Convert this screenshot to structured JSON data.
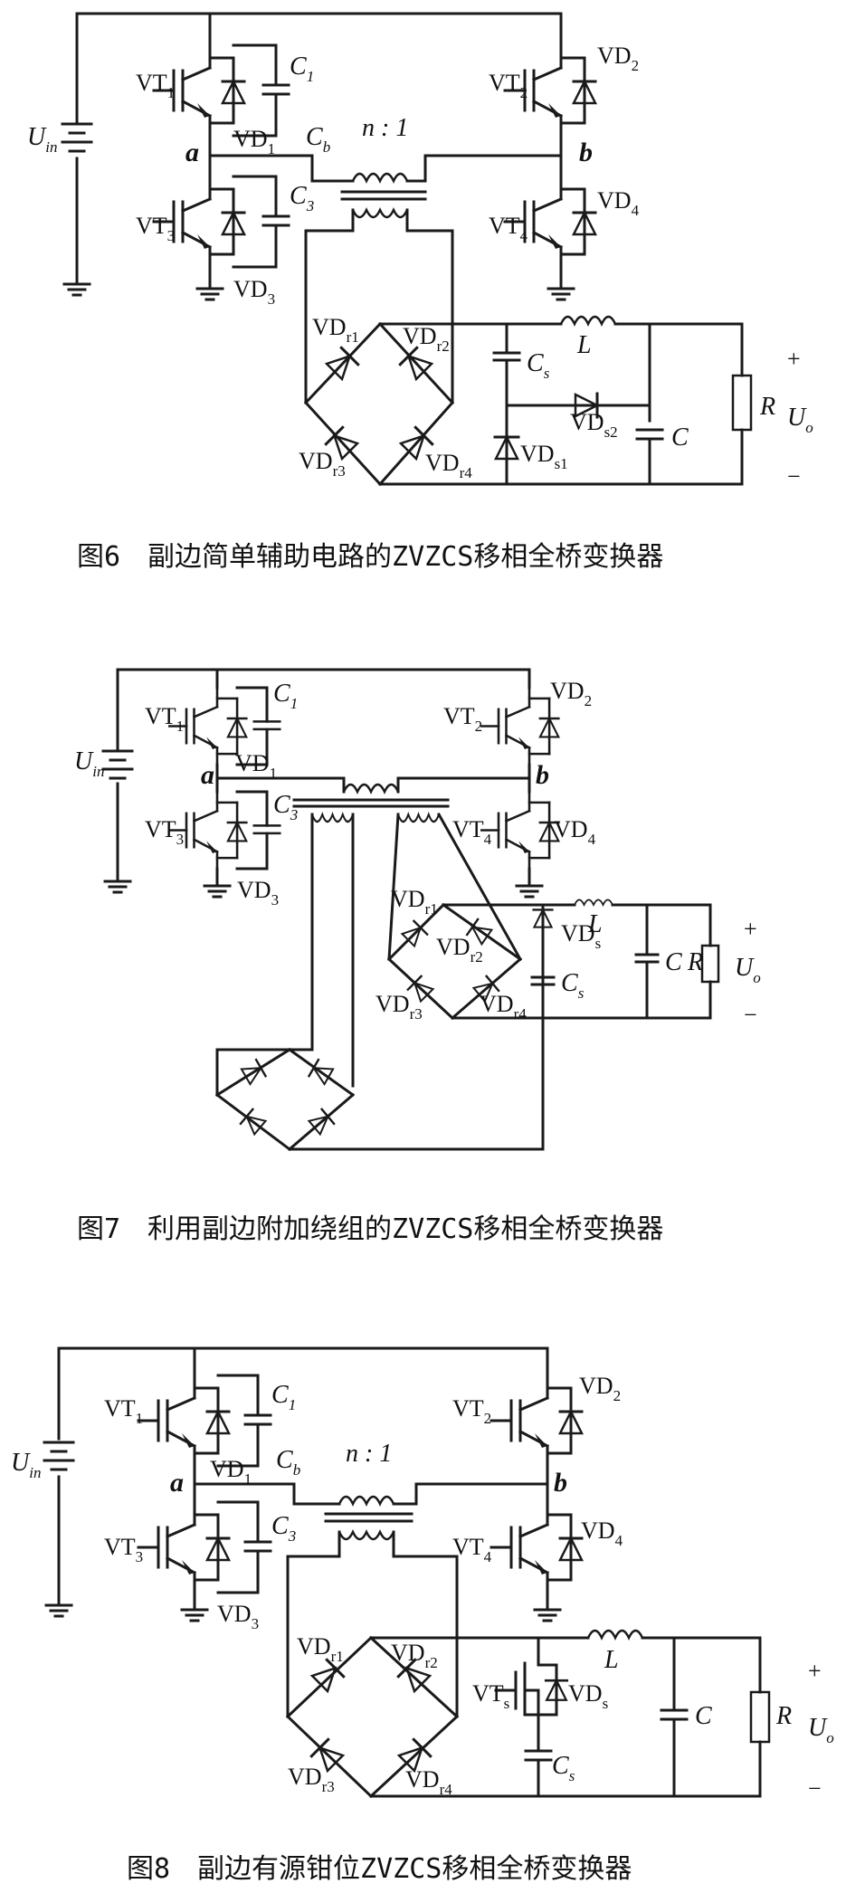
{
  "figures": [
    {
      "caption": "图6　副边简单辅助电路的ZVZCS移相全桥变换器",
      "labels": {
        "vt1": "VT",
        "vt1_sub": "1",
        "vt2": "VT",
        "vt2_sub": "2",
        "vt3": "VT",
        "vt3_sub": "3",
        "vt4": "VT",
        "vt4_sub": "4",
        "vd1": "VD",
        "vd1_sub": "1",
        "vd2": "VD",
        "vd2_sub": "2",
        "vd3": "VD",
        "vd3_sub": "3",
        "vd4": "VD",
        "vd4_sub": "4",
        "c1": "C",
        "c1_sub": "1",
        "c3": "C",
        "c3_sub": "3",
        "cb": "C",
        "cb_sub": "b",
        "uin": "U",
        "uin_sub": "in",
        "node_a": "a",
        "node_b": "b",
        "ratio": "n : 1",
        "vdr1": "VD",
        "vdr1_sub": "r1",
        "vdr2": "VD",
        "vdr2_sub": "r2",
        "vdr3": "VD",
        "vdr3_sub": "r3",
        "vdr4": "VD",
        "vdr4_sub": "r4",
        "cs": "C",
        "cs_sub": "s",
        "l": "L",
        "vds1": "VD",
        "vds1_sub": "s1",
        "vds2": "VD",
        "vds2_sub": "s2",
        "c": "C",
        "r": "R",
        "plus": "+",
        "minus": "−",
        "uo": "U",
        "uo_sub": "o"
      }
    },
    {
      "caption": "图7　利用副边附加绕组的ZVZCS移相全桥变换器",
      "labels": {
        "vt1": "VT",
        "vt1_sub": "1",
        "vt2": "VT",
        "vt2_sub": "2",
        "vt3": "VT",
        "vt3_sub": "3",
        "vt4": "VT",
        "vt4_sub": "4",
        "vd1": "VD",
        "vd1_sub": "1",
        "vd2": "VD",
        "vd2_sub": "2",
        "vd3": "VD",
        "vd3_sub": "3",
        "vd4": "VD",
        "vd4_sub": "4",
        "c1": "C",
        "c1_sub": "1",
        "c3": "C",
        "c3_sub": "3",
        "uin": "U",
        "uin_sub": "in",
        "node_a": "a",
        "node_b": "b",
        "vdr1": "VD",
        "vdr1_sub": "r1",
        "vdr2": "VD",
        "vdr2_sub": "r2",
        "vdr3": "VD",
        "vdr3_sub": "r3",
        "vdr4": "VD",
        "vdr4_sub": "r4",
        "vds": "VD",
        "vds_sub": "s",
        "cs": "C",
        "cs_sub": "s",
        "l": "L",
        "c": "C",
        "r": "R",
        "plus": "+",
        "minus": "−",
        "uo": "U",
        "uo_sub": "o"
      }
    },
    {
      "caption": "图8　副边有源钳位ZVZCS移相全桥变换器",
      "labels": {
        "vt1": "VT",
        "vt1_sub": "1",
        "vt2": "VT",
        "vt2_sub": "2",
        "vt3": "VT",
        "vt3_sub": "3",
        "vt4": "VT",
        "vt4_sub": "4",
        "vd1": "VD",
        "vd1_sub": "1",
        "vd2": "VD",
        "vd2_sub": "2",
        "vd3": "VD",
        "vd3_sub": "3",
        "vd4": "VD",
        "vd4_sub": "4",
        "c1": "C",
        "c1_sub": "1",
        "c3": "C",
        "c3_sub": "3",
        "cb": "C",
        "cb_sub": "b",
        "uin": "U",
        "uin_sub": "in",
        "node_a": "a",
        "node_b": "b",
        "ratio": "n : 1",
        "vdr1": "VD",
        "vdr1_sub": "r1",
        "vdr2": "VD",
        "vdr2_sub": "r2",
        "vdr3": "VD",
        "vdr3_sub": "r3",
        "vdr4": "VD",
        "vdr4_sub": "r4",
        "vts": "VT",
        "vts_sub": "s",
        "vds": "VD",
        "vds_sub": "s",
        "cs": "C",
        "cs_sub": "s",
        "l": "L",
        "c": "C",
        "r": "R",
        "plus": "+",
        "minus": "−",
        "uo": "U",
        "uo_sub": "o"
      }
    }
  ]
}
